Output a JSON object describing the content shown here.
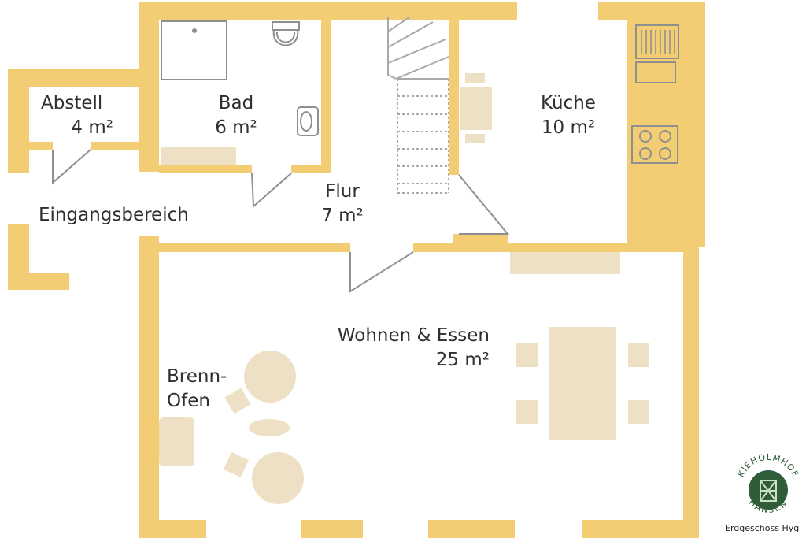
{
  "colors": {
    "wall": "#f3cd74",
    "furniture": "#ede0c4",
    "line": "#8f8f8f",
    "stair": "#a9a9a9",
    "logo_green": "#2f5d3a",
    "text": "#2f2f2f"
  },
  "rooms": {
    "abstell": {
      "name": "Abstell",
      "area": "4 m²"
    },
    "bad": {
      "name": "Bad",
      "area": "6 m²"
    },
    "kueche": {
      "name": "Küche",
      "area": "10 m²"
    },
    "flur": {
      "name": "Flur",
      "area": "7 m²"
    },
    "eingang": {
      "name": "Eingangsbereich"
    },
    "wohnen": {
      "name": "Wohnen & Essen",
      "area": "25 m²"
    },
    "ofen": {
      "line1": "Brenn-",
      "line2": "Ofen"
    }
  },
  "logo": {
    "text_top": "KIEHOLMHOF",
    "text_bottom": "HANSEN",
    "icon": "barn-door-icon"
  },
  "caption": "Erdgeschoss Hyg"
}
